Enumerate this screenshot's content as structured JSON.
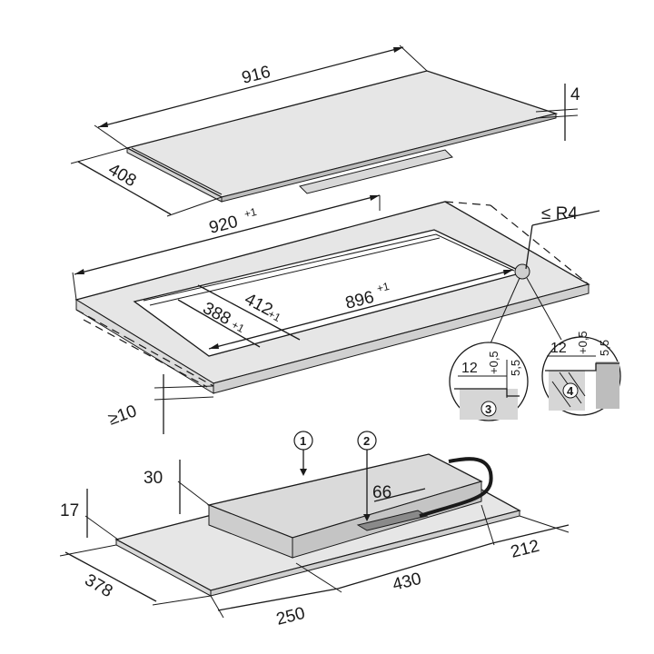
{
  "hob": {
    "width": "916",
    "depth": "408",
    "thickness": "4"
  },
  "cutout": {
    "width": "920",
    "width_tol": "+1",
    "radius": "≤ R4",
    "inner_width": "896",
    "inner_width_tol": "+1",
    "depth_outer": "412",
    "depth_outer_tol": "+1",
    "depth_inner": "388",
    "depth_inner_tol": "+1",
    "worktop_min": "≥10"
  },
  "details": {
    "detail_3": {
      "number": "3",
      "width": "12",
      "tol": "+0,5",
      "depth": "5,5"
    },
    "detail_4": {
      "number": "4",
      "width": "12",
      "tol": "+0,5",
      "depth": "5,5"
    }
  },
  "underside": {
    "callout_1": "1",
    "callout_2": "2",
    "box_height": "30",
    "plate_height": "17",
    "connector_width": "66",
    "plate_depth": "378",
    "offset_left": "250",
    "box_width": "430",
    "offset_right": "212"
  },
  "colors": {
    "panel": "#e6e6e6",
    "panel_dark": "#cfcfcf",
    "line": "#1a1a1a"
  }
}
